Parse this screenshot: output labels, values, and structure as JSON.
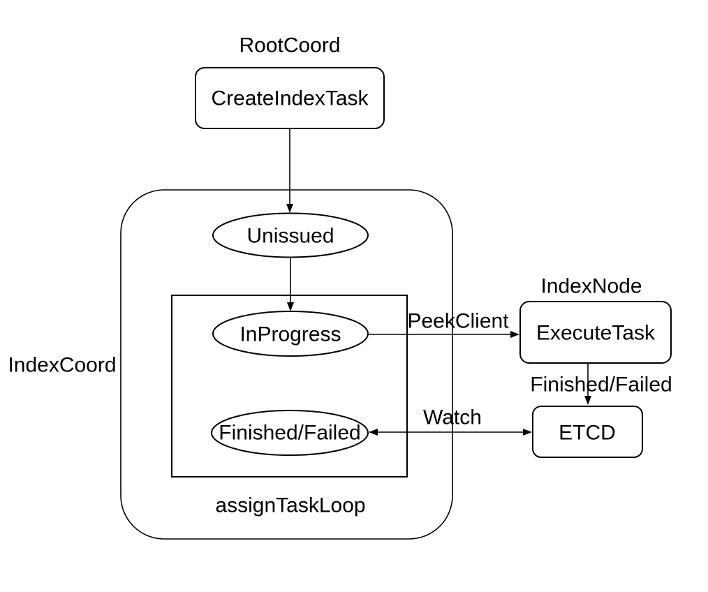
{
  "diagram": {
    "type": "flow-diagram",
    "background_color": "#ffffff",
    "stroke_color": "#000000",
    "text_color": "#000000",
    "groups": {
      "root_coord_label": "RootCoord",
      "index_coord_label": "IndexCoord",
      "index_node_label": "IndexNode",
      "assign_task_loop_label": "assignTaskLoop"
    },
    "nodes": {
      "create_index_task": "CreateIndexTask",
      "unissued": "Unissued",
      "in_progress": "InProgress",
      "finished_failed": "Finished/Failed",
      "execute_task": "ExecuteTask",
      "etcd": "ETCD"
    },
    "edges": {
      "peek_client": "PeekClient",
      "finished_failed": "Finished/Failed",
      "watch": "Watch"
    }
  }
}
